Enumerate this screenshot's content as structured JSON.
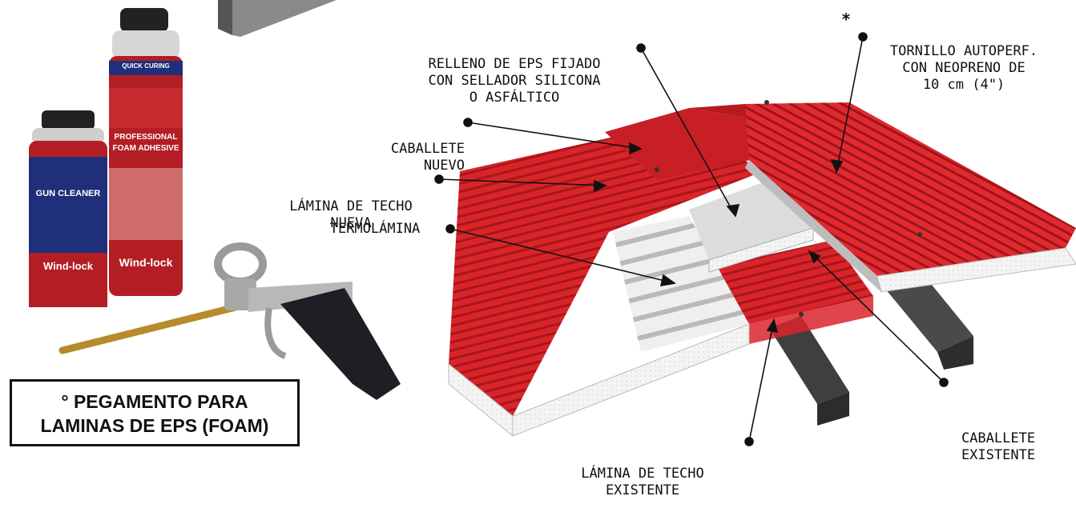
{
  "labels": {
    "relleno": [
      "RELLENO DE EPS FIJADO",
      "CON SELLADOR SILICONA",
      "O ASFÁLTICO"
    ],
    "tornillo_star": "*",
    "tornillo": [
      "TORNILLO AUTOPERF.",
      "CON NEOPRENO DE",
      "10 cm (4\")"
    ],
    "caballete_nuevo": [
      "CABALLETE",
      "NUEVO"
    ],
    "lamina_nueva": [
      "LÁMINA DE TECHO",
      "NUEVA"
    ],
    "termolamina": "TERMOLÁMINA",
    "caballete_existente": [
      "CABALLETE",
      "EXISTENTE"
    ],
    "lamina_existente": [
      "LÁMINA DE TECHO",
      "EXISTENTE"
    ]
  },
  "caption": [
    "° PEGAMENTO PARA",
    "LAMINAS DE EPS (FOAM)"
  ],
  "products": {
    "small_can": {
      "band": "GUN CLEANER",
      "logo": "Wind-lock"
    },
    "large_can": {
      "top_band": "QUICK CURING",
      "band1": "PROFESSIONAL",
      "band2": "FOAM ADHESIVE",
      "logo": "Wind-lock"
    }
  },
  "colors": {
    "roof_red": "#d9252a",
    "roof_dark": "#a8161b",
    "eps": "#e6e6e6",
    "purlin": "#4a4a4a"
  }
}
